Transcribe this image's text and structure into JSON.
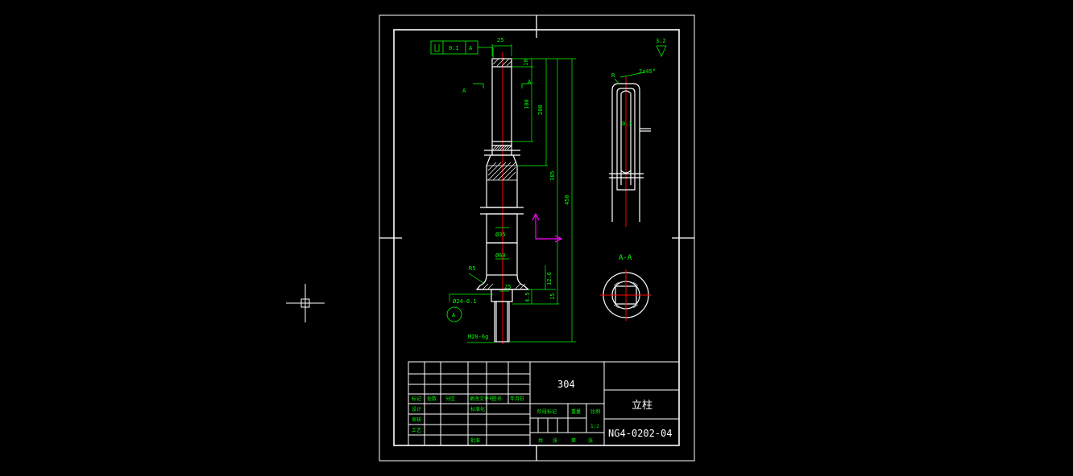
{
  "colors": {
    "background": "#000000",
    "frame": "#ffffff",
    "dimension": "#00ff00",
    "centerline": "#ff0000",
    "ucs": "#ff00ff"
  },
  "cursor": {
    "icon": "crosshair-cursor-icon"
  },
  "ucs": {
    "icon": "ucs-axis-icon"
  },
  "drawing": {
    "main_view": {
      "datum_flag_value": "0.1",
      "datum_flag_ref": "A",
      "section_mark_left": "A",
      "section_mark_right": "A",
      "dims": {
        "top_width": "25",
        "top_10": "10",
        "d100": "100",
        "d200": "200",
        "d385": "385",
        "d450": "450",
        "dia35": "Ø35",
        "dia60": "Ø60",
        "r5": "R5",
        "d25": "25",
        "d12_6": "12.6",
        "d4_5": "4.5",
        "d15": "15",
        "dia24": "Ø24-0.1",
        "thread": "M20-6g",
        "datum_circle": "A"
      }
    },
    "side_view": {
      "roughness": "3.2",
      "chamfer": "2x45°",
      "radius_label": "R",
      "d0_3": "0.3"
    },
    "section_view": {
      "title": "A-A"
    },
    "title_block": {
      "material": "304",
      "part_name": "立柱",
      "drawing_no": "NG4-0202-04",
      "scale_value": "1:2",
      "header_labels": [
        "标记",
        "处数",
        "分区",
        "更改文件号",
        "签名",
        "年月日"
      ],
      "role_labels": [
        "设计",
        "标准化",
        "审核",
        "工艺",
        "批准"
      ],
      "right_labels": [
        "阶段标记",
        "重量",
        "比例"
      ],
      "bottom_labels": [
        "共",
        "张",
        "第",
        "张"
      ]
    }
  }
}
